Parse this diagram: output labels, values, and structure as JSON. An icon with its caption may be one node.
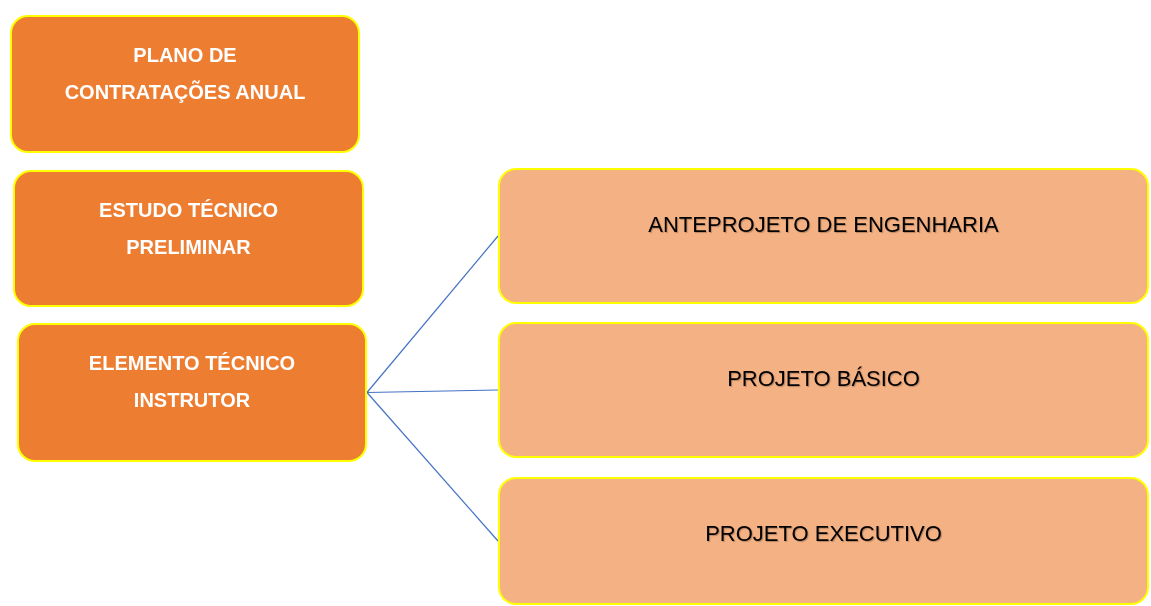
{
  "diagram": {
    "nodes": [
      {
        "text": [
          "PLANO DE CONTRATAÇÕES ANUAL"
        ]
      },
      {
        "text": [
          "ESTUDO TÉCNICO PRELIMINAR"
        ]
      },
      {
        "text": [
          "ELEMENTO TÉCNICO INSTRUTOR"
        ]
      },
      {
        "text": [
          "ANTEPROJETO DE ENGENHARIA"
        ]
      },
      {
        "text": [
          "PROJETO BÁSICO"
        ]
      },
      {
        "text": [
          "PROJETO EXECUTIVO"
        ]
      }
    ],
    "edges": [
      {
        "from": 2,
        "to": 3,
        "arrow": "none"
      },
      {
        "from": 2,
        "to": 4,
        "arrow": "none"
      },
      {
        "from": 2,
        "to": 5,
        "arrow": "none"
      }
    ]
  }
}
